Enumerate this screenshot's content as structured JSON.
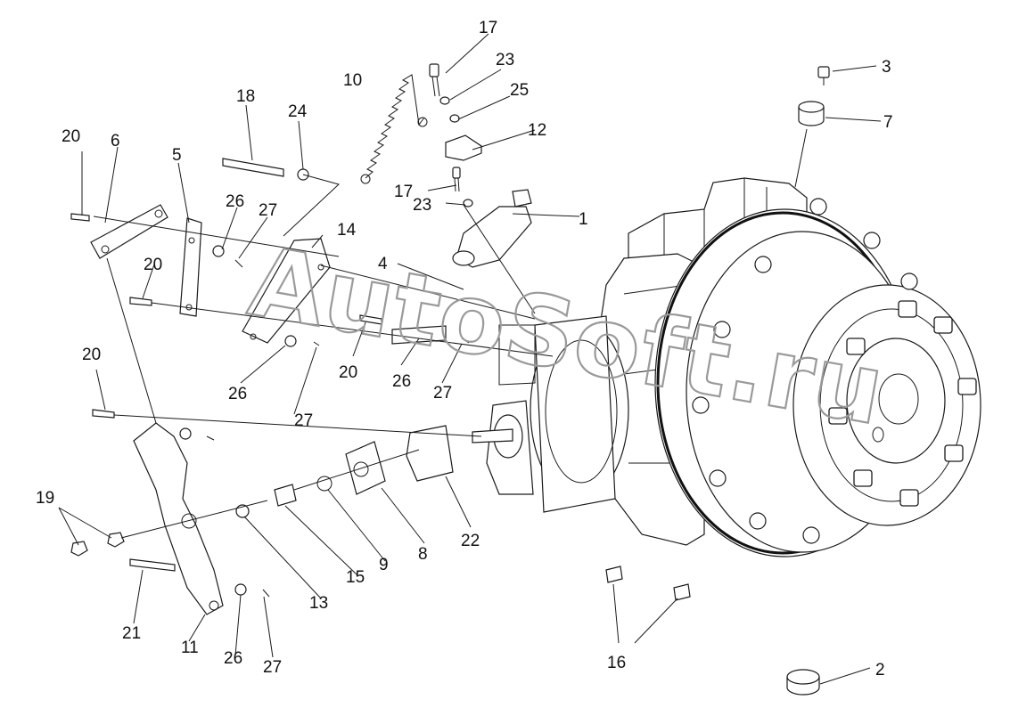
{
  "watermark": "AutoSoft.ru",
  "callouts": [
    {
      "id": "c1",
      "text": "1"
    },
    {
      "id": "c2",
      "text": "2"
    },
    {
      "id": "c3",
      "text": "3"
    },
    {
      "id": "c4",
      "text": "4"
    },
    {
      "id": "c5",
      "text": "5"
    },
    {
      "id": "c6",
      "text": "6"
    },
    {
      "id": "c7",
      "text": "7"
    },
    {
      "id": "c8",
      "text": "8"
    },
    {
      "id": "c9",
      "text": "9"
    },
    {
      "id": "c10",
      "text": "10"
    },
    {
      "id": "c11",
      "text": "11"
    },
    {
      "id": "c12",
      "text": "12"
    },
    {
      "id": "c13",
      "text": "13"
    },
    {
      "id": "c14",
      "text": "14"
    },
    {
      "id": "c15",
      "text": "15"
    },
    {
      "id": "c16",
      "text": "16"
    },
    {
      "id": "c17a",
      "text": "17"
    },
    {
      "id": "c17b",
      "text": "17"
    },
    {
      "id": "c18",
      "text": "18"
    },
    {
      "id": "c19",
      "text": "19"
    },
    {
      "id": "c20a",
      "text": "20"
    },
    {
      "id": "c20b",
      "text": "20"
    },
    {
      "id": "c20c",
      "text": "20"
    },
    {
      "id": "c20d",
      "text": "20"
    },
    {
      "id": "c21",
      "text": "21"
    },
    {
      "id": "c22",
      "text": "22"
    },
    {
      "id": "c23a",
      "text": "23"
    },
    {
      "id": "c23b",
      "text": "23"
    },
    {
      "id": "c24",
      "text": "24"
    },
    {
      "id": "c25",
      "text": "25"
    },
    {
      "id": "c26a",
      "text": "26"
    },
    {
      "id": "c26b",
      "text": "26"
    },
    {
      "id": "c26c",
      "text": "26"
    },
    {
      "id": "c26d",
      "text": "26"
    },
    {
      "id": "c27a",
      "text": "27"
    },
    {
      "id": "c27b",
      "text": "27"
    },
    {
      "id": "c27c",
      "text": "27"
    },
    {
      "id": "c27d",
      "text": "27"
    }
  ]
}
